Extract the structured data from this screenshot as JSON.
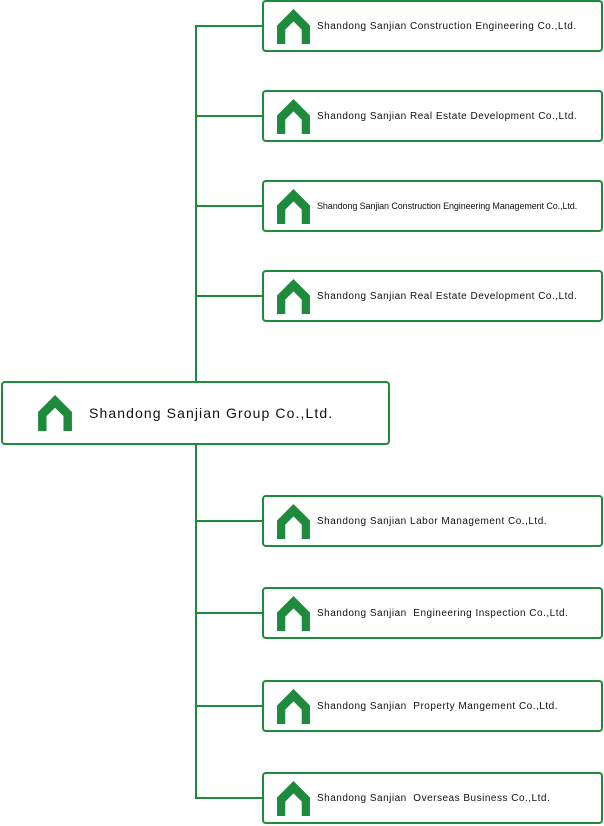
{
  "colors": {
    "accent": "#1e8a3c",
    "line": "#1e8a3c",
    "text": "#111111",
    "background": "#ffffff"
  },
  "logo_icon": "green-house-shaped-logo-icon",
  "root": {
    "label": "Shandong Sanjian Group Co.,Ltd."
  },
  "subsidiaries_above": [
    "Shandong Sanjian Construction Engineering Co.,Ltd.",
    "Shandong Sanjian Real Estate Development Co.,Ltd.",
    "Shandong Sanjian Construction Engineering Management Co.,Ltd.",
    "Shandong Sanjian Real Estate Development Co.,Ltd."
  ],
  "subsidiaries_below": [
    "Shandong Sanjian Labor Management Co.,Ltd.",
    "Shandong Sanjian  Engineering Inspection Co.,Ltd.",
    "Shandong Sanjian  Property Mangement Co.,Ltd.",
    "Shandong Sanjian  Overseas Business Co.,Ltd."
  ]
}
